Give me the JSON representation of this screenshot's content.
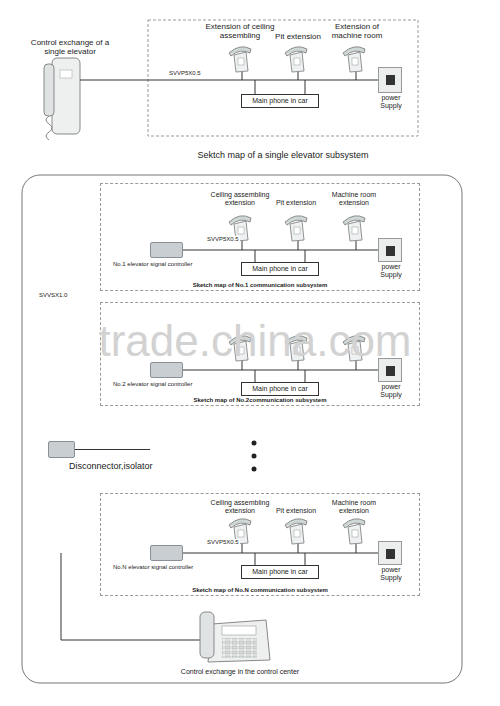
{
  "diagram": {
    "nodes": [
      {
        "text": [
          "Main phone in car"
        ]
      },
      {
        "text": [
          "power Supply"
        ]
      },
      {
        "text": [
          "Sketch map of No.1 communication subsystem"
        ]
      },
      {
        "text": [
          "No.1 elevator signal controller"
        ],
        "in": 2
      },
      {
        "text": [
          "Main phone in car"
        ],
        "in": 2
      },
      {
        "text": [
          "power Supply"
        ],
        "in": 2
      },
      {
        "text": [
          "Sketch map of No.2communication subsystem"
        ]
      },
      {
        "text": [
          "No.2 elevator signal controller"
        ],
        "in": 6
      },
      {
        "text": [
          "Main phone in car"
        ],
        "in": 6
      },
      {
        "text": [
          "power Supply"
        ],
        "in": 6
      },
      {
        "text": [
          "Sketch map of No.N communication subsystem"
        ]
      },
      {
        "text": [
          "No.N elevator signal controller"
        ],
        "in": 10
      },
      {
        "text": [
          "Main phone in car"
        ],
        "in": 10
      },
      {
        "text": [
          "power Supply"
        ],
        "in": 10
      },
      {
        "text": [
          "Disconnector,isolator"
        ]
      }
    ],
    "edges": [
      {
        "from": 3,
        "to": 5,
        "arrow": "none"
      },
      {
        "from": 7,
        "to": 9,
        "arrow": "none"
      },
      {
        "from": 11,
        "to": 13,
        "arrow": "none"
      },
      {
        "from": 14,
        "to": 3,
        "arrow": "none"
      },
      {
        "from": 14,
        "to": 7,
        "arrow": "none"
      },
      {
        "from": 14,
        "to": 11,
        "arrow": "none"
      }
    ],
    "labels": [
      "Control exchange of a single elevator",
      "Extension of ceiling assembling",
      "Pit extension",
      "Extension of machine room",
      "SVVP5X0.5",
      "Sektch map of a single elevator subsystem",
      "Ceiling assembling extension",
      "Pit extension",
      "Machine room extension",
      "SVVP5X0.5",
      "SVVSX1.0",
      "trade.china.com",
      "Ceiling assembling extension",
      "Pit extension",
      "Machine room extension",
      "SVVP5X0.5",
      "Control exchange in the control center"
    ]
  }
}
